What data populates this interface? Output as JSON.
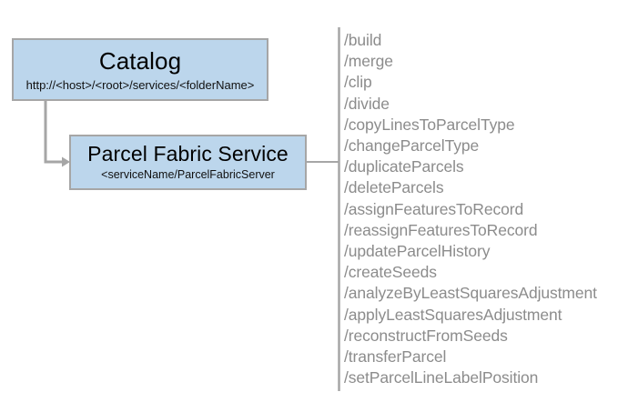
{
  "diagram": {
    "title": "Parcel Fabric Service diagram",
    "colors": {
      "node_fill": "#bcd6ec",
      "node_border": "#a6a6a6",
      "connector": "#a6a6a6",
      "divider": "#a6a6a6",
      "operation_text": "#8c8c8c",
      "background": "#ffffff"
    },
    "nodes": [
      {
        "id": "catalog",
        "title": "Catalog",
        "subtitle": "http://<host>/<root>/services/<folderName>"
      },
      {
        "id": "parcel-fabric-service",
        "title": "Parcel Fabric Service",
        "subtitle": "<serviceName/ParcelFabricServer"
      }
    ],
    "operations": [
      "/build",
      "/merge",
      "/clip",
      "/divide",
      "/copyLinesToParcelType",
      "/changeParcelType",
      "/duplicateParcels",
      "/deleteParcels",
      "/assignFeaturesToRecord",
      "/reassignFeaturesToRecord",
      "/updateParcelHistory",
      "/createSeeds",
      "/analyzeByLeastSquaresAdjustment",
      "/applyLeastSquaresAdjustment",
      "/reconstructFromSeeds",
      "/transferParcel",
      "/setParcelLineLabelPosition"
    ]
  }
}
